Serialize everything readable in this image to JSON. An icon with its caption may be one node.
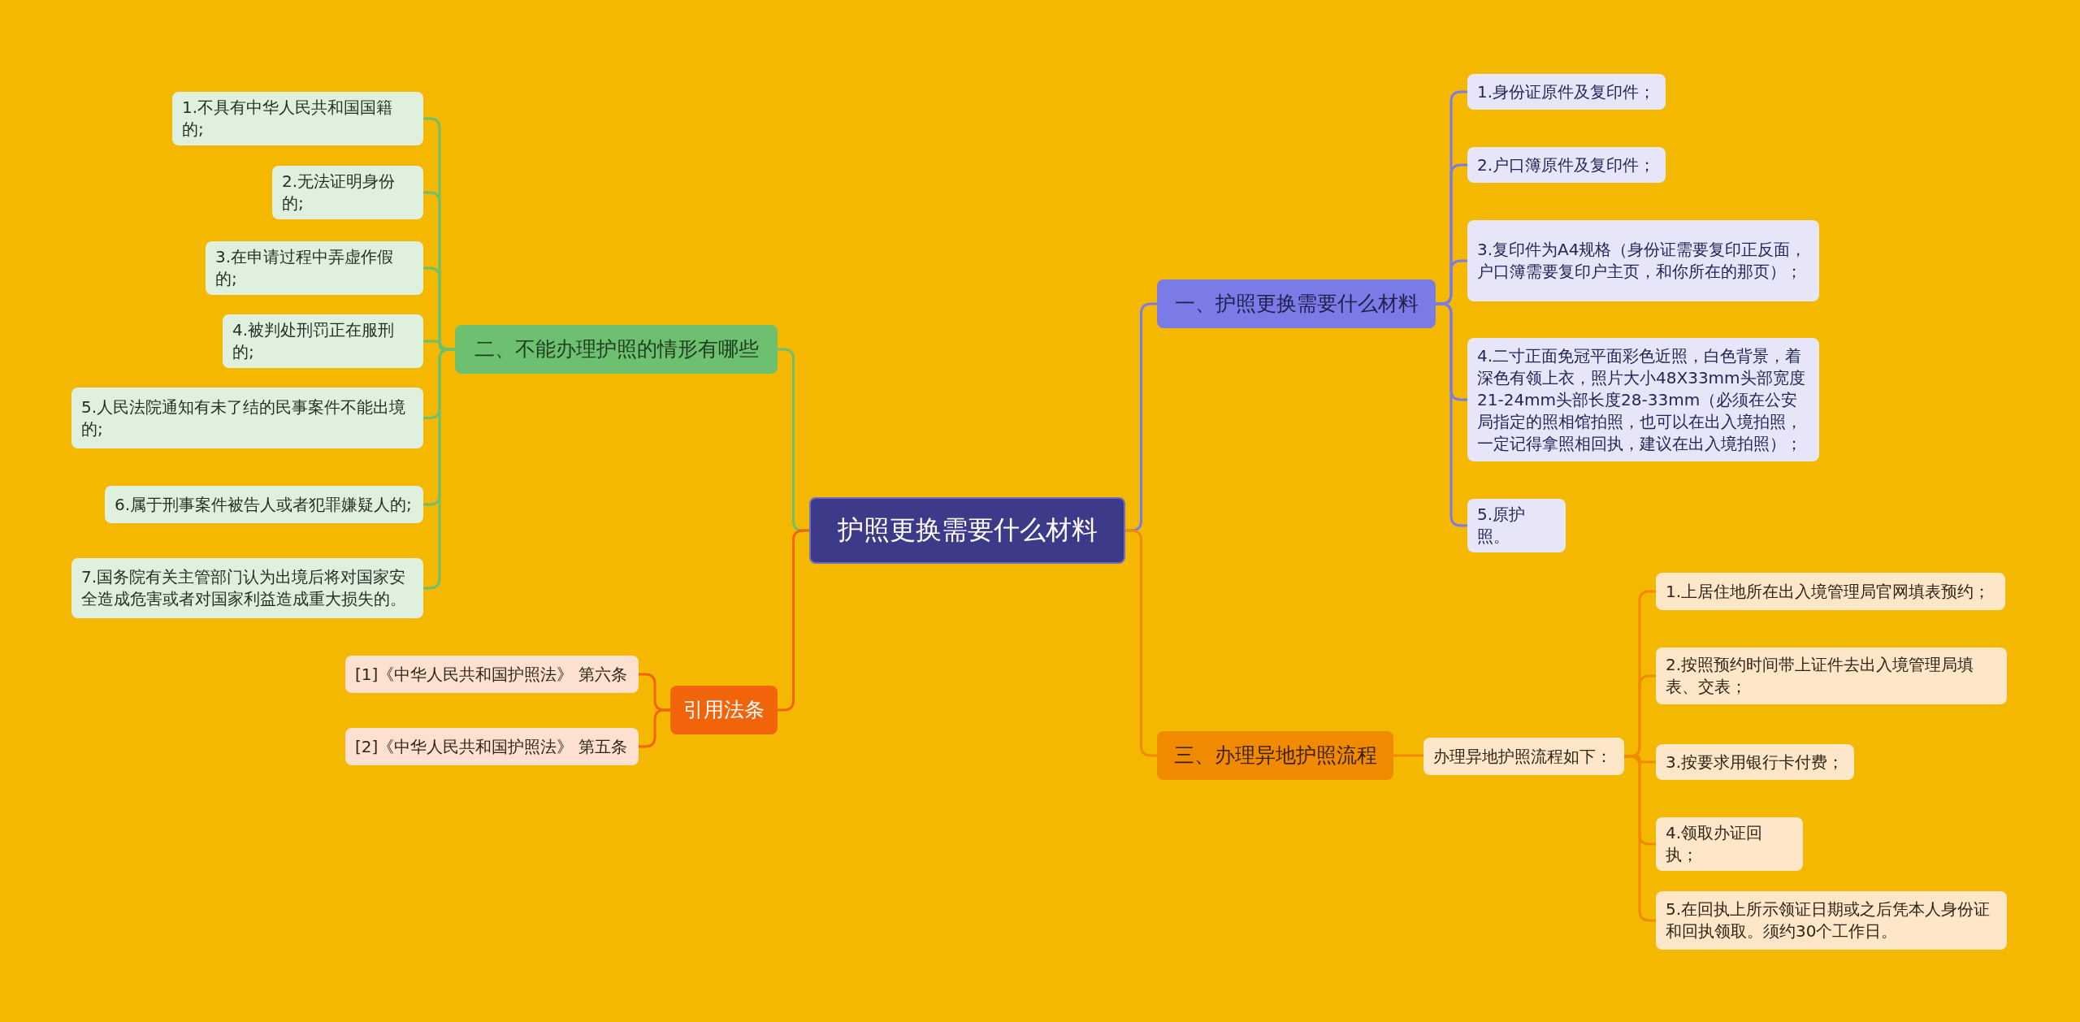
{
  "diagram": {
    "nodes": [
      {
        "text": [
          "护照更换需要什么材料"
        ]
      },
      {
        "text": [
          "一、护照更换需要什么材料"
        ]
      },
      {
        "text": [
          "1.身份证原件及复印件；"
        ]
      },
      {
        "text": [
          "2.户口簿原件及复印件；"
        ]
      },
      {
        "text": [
          "3.复印件为A4规格（身份证需要复印正反面，户口簿需要复印户主页，和你所在的那页）；"
        ]
      },
      {
        "text": [
          "4.二寸正面免冠平面彩色近照，白色背景，着深色有领上衣，照片大小48X33mm头部宽度21-24mm头部长度28-33mm（必须在公安局指定的照相馆拍照，也可以在出入境拍照，一定记得拿照相回执，建议在出入境拍照）；"
        ]
      },
      {
        "text": [
          "5.原护照。"
        ]
      },
      {
        "text": [
          "三、办理异地护照流程"
        ]
      },
      {
        "text": [
          "办理异地护照流程如下："
        ]
      },
      {
        "text": [
          "1.上居住地所在出入境管理局官网填表预约；"
        ]
      },
      {
        "text": [
          "2.按照预约时间带上证件去出入境管理局填表、交表；"
        ]
      },
      {
        "text": [
          "3.按要求用银行卡付费；"
        ]
      },
      {
        "text": [
          "4.领取办证回执；"
        ]
      },
      {
        "text": [
          "5.在回执上所示领证日期或之后凭本人身份证和回执领取。须约30个工作日。"
        ]
      },
      {
        "text": [
          "二、不能办理护照的情形有哪些"
        ]
      },
      {
        "text": [
          "1.不具有中华人民共和国国籍的;"
        ]
      },
      {
        "text": [
          "2.无法证明身份的;"
        ]
      },
      {
        "text": [
          "3.在申请过程中弄虚作假的;"
        ]
      },
      {
        "text": [
          "4.被判处刑罚正在服刑的;"
        ]
      },
      {
        "text": [
          "5.人民法院通知有未了结的民事案件不能出境的;"
        ]
      },
      {
        "text": [
          "6.属于刑事案件被告人或者犯罪嫌疑人的;"
        ]
      },
      {
        "text": [
          "7.国务院有关主管部门认为出境后将对国家安全造成危害或者对国家利益造成重大损失的。"
        ]
      },
      {
        "text": [
          "引用法条"
        ]
      },
      {
        "text": [
          "[1]《中华人民共和国护照法》 第六条"
        ]
      },
      {
        "text": [
          "[2]《中华人民共和国护照法》 第五条"
        ]
      }
    ],
    "edges": [
      {
        "from": 0,
        "to": 1,
        "arrow": "none",
        "color": "#7b7be8"
      },
      {
        "from": 1,
        "to": 2,
        "arrow": "none",
        "color": "#7b7be8"
      },
      {
        "from": 1,
        "to": 3,
        "arrow": "none",
        "color": "#7b7be8"
      },
      {
        "from": 1,
        "to": 4,
        "arrow": "none",
        "color": "#7b7be8"
      },
      {
        "from": 1,
        "to": 5,
        "arrow": "none",
        "color": "#7b7be8"
      },
      {
        "from": 1,
        "to": 6,
        "arrow": "none",
        "color": "#7b7be8"
      },
      {
        "from": 0,
        "to": 7,
        "arrow": "none",
        "color": "#f08a00"
      },
      {
        "from": 7,
        "to": 8,
        "arrow": "none",
        "color": "#f08a00"
      },
      {
        "from": 8,
        "to": 9,
        "arrow": "none",
        "color": "#f08a00"
      },
      {
        "from": 8,
        "to": 10,
        "arrow": "none",
        "color": "#f08a00"
      },
      {
        "from": 8,
        "to": 11,
        "arrow": "none",
        "color": "#f08a00"
      },
      {
        "from": 8,
        "to": 12,
        "arrow": "none",
        "color": "#f08a00"
      },
      {
        "from": 8,
        "to": 13,
        "arrow": "none",
        "color": "#f08a00"
      },
      {
        "from": 0,
        "to": 14,
        "arrow": "none",
        "color": "#6cc070"
      },
      {
        "from": 14,
        "to": 15,
        "arrow": "none",
        "color": "#6cc070"
      },
      {
        "from": 14,
        "to": 16,
        "arrow": "none",
        "color": "#6cc070"
      },
      {
        "from": 14,
        "to": 17,
        "arrow": "none",
        "color": "#6cc070"
      },
      {
        "from": 14,
        "to": 18,
        "arrow": "none",
        "color": "#6cc070"
      },
      {
        "from": 14,
        "to": 19,
        "arrow": "none",
        "color": "#6cc070"
      },
      {
        "from": 14,
        "to": 20,
        "arrow": "none",
        "color": "#6cc070"
      },
      {
        "from": 14,
        "to": 21,
        "arrow": "none",
        "color": "#6cc070"
      },
      {
        "from": 0,
        "to": 22,
        "arrow": "none",
        "color": "#f2640a"
      },
      {
        "from": 22,
        "to": 23,
        "arrow": "none",
        "color": "#f2640a"
      },
      {
        "from": 22,
        "to": 24,
        "arrow": "none",
        "color": "#f2640a"
      }
    ]
  }
}
